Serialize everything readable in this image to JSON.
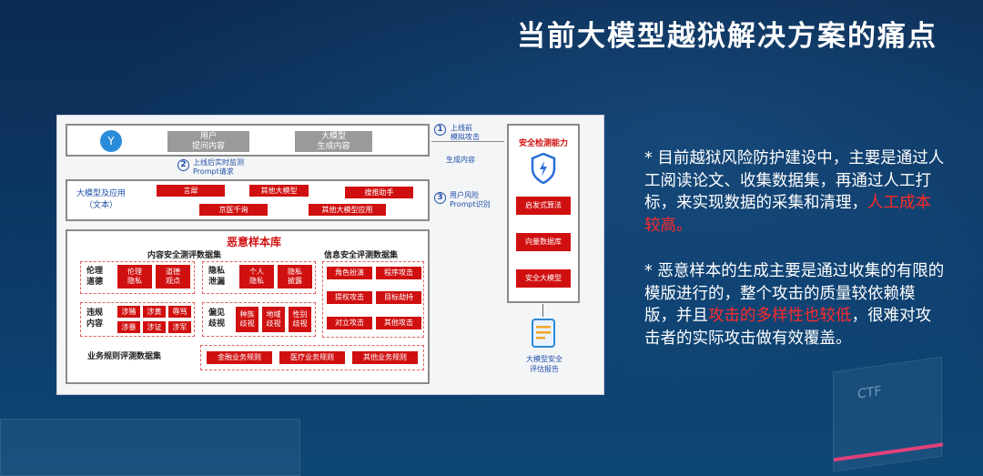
{
  "title": "当前大模型越狱解决方案的痛点",
  "diagram": {
    "user_prompt": "用户\n提问内容",
    "llm_output": "大模型\n生成内容",
    "step1": {
      "num": "1",
      "text": "上线前\n模拟攻击"
    },
    "step2": {
      "num": "2",
      "text": "上线后实时监测\nPrompt请求"
    },
    "step3": {
      "num": "3",
      "text": "用户风险\nPrompt识别"
    },
    "gen_content": "生成内容",
    "apps_label": "大模型及应用\n（文本）",
    "apps": [
      "言犀",
      "其他大模型",
      "搜推助手",
      "京医千询",
      "其他大模型应用"
    ],
    "lib_title": "恶意样本库",
    "content_set_title": "内容安全测评数据集",
    "info_set_title": "信息安全评测数据集",
    "ethics": {
      "label": "伦理\n道德",
      "items": [
        "伦理\n隐私",
        "道德\n观点"
      ]
    },
    "privacy": {
      "label": "隐私\n泄漏",
      "items": [
        "个人\n隐私",
        "隐私\n披露"
      ]
    },
    "illegal": {
      "label": "违规\n内容",
      "items": [
        "涉赌",
        "涉黄",
        "辱骂",
        "涉暴",
        "涉证",
        "涉军"
      ]
    },
    "bias": {
      "label": "偏见\n歧视",
      "items": [
        "种族\n歧视",
        "地域\n歧视",
        "性别\n歧视"
      ]
    },
    "attacks": [
      "角色扮演",
      "程序攻击",
      "提权攻击",
      "目标劫持",
      "对立攻击",
      "其他攻击"
    ],
    "biz_set_title": "业务规则评测数据集",
    "biz_rules": [
      "金融业务规则",
      "医疗业务规则",
      "其他业务规则"
    ],
    "security_title": "安全检测能力",
    "security_items": [
      "启发式算法",
      "向量数据库",
      "安全大模型"
    ],
    "report": "大模型安全\n评估报告"
  },
  "bullets": {
    "b1_prefix": "* 目前越狱风险防护建设中，主要是通过人工阅读论文、收集数据集，再通过人工打标，来实现数据的采集和清理，",
    "b1_highlight": "人工成本较高。",
    "b2_prefix": "*  恶意样本的生成主要是通过收集的有限的模版进行的，整个攻击的质量较依赖模版，并且",
    "b2_highlight": "攻击的多样性也较低",
    "b2_suffix": "，很难对攻击者的实际攻击做有效覆盖。"
  },
  "deco_text": "CTF",
  "colors": {
    "accent_red": "#ff2a2a",
    "diagram_red": "#d01010",
    "bg": "#0c3a68"
  }
}
